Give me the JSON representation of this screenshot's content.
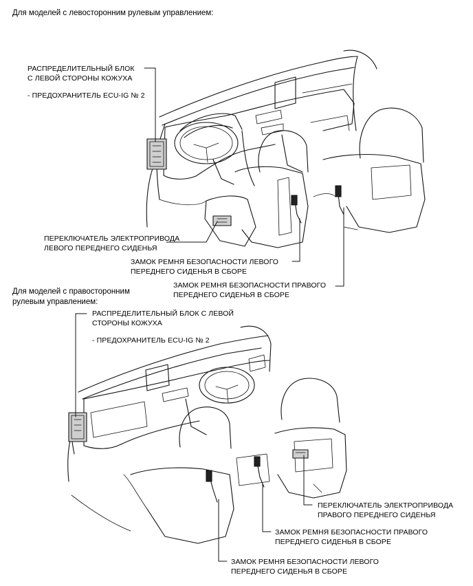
{
  "section1": {
    "heading": "Для моделей с левосторонним рулевым управлением:",
    "junction_block": {
      "line1": "РАСПРЕДЕЛИТЕЛЬНЫЙ БЛОК",
      "line2": "С ЛЕВОЙ СТОРОНЫ КОЖУХА",
      "fuse": "- ПРЕДОХРАНИТЕЛЬ ECU-IG № 2"
    },
    "seat_switch": {
      "line1": "ПЕРЕКЛЮЧАТЕЛЬ ЭЛЕКТРОПРИВОДА",
      "line2": "ЛЕВОГО ПЕРЕДНЕГО СИДЕНЬЯ"
    },
    "left_buckle": {
      "line1": "ЗАМОК РЕМНЯ БЕЗОПАСНОСТИ ЛЕВОГО",
      "line2": "ПЕРЕДНЕГО СИДЕНЬЯ В СБОРЕ"
    },
    "right_buckle": {
      "line1": "ЗАМОК РЕМНЯ БЕЗОПАСНОСТИ ПРАВОГО",
      "line2": "ПЕРЕДНЕГО СИДЕНЬЯ В СБОРЕ"
    }
  },
  "section2": {
    "heading_line1": "Для моделей с правосторонним",
    "heading_line2": "рулевым управлением:",
    "junction_block": {
      "line1": "РАСПРЕДЕЛИТЕЛЬНЫЙ БЛОК С ЛЕВОЙ",
      "line2": "СТОРОНЫ КОЖУХА",
      "fuse": "- ПРЕДОХРАНИТЕЛЬ ECU-IG № 2"
    },
    "seat_switch": {
      "line1": "ПЕРЕКЛЮЧАТЕЛЬ ЭЛЕКТРОПРИВОДА",
      "line2": "ПРАВОГО ПЕРЕДНЕГО СИДЕНЬЯ"
    },
    "right_buckle": {
      "line1": "ЗАМОК РЕМНЯ БЕЗОПАСНОСТИ ПРАВОГО",
      "line2": "ПЕРЕДНЕГО СИДЕНЬЯ В СБОРЕ"
    },
    "left_buckle": {
      "line1": "ЗАМОК РЕМНЯ БЕЗОПАСНОСТИ ЛЕВОГО",
      "line2": "ПЕРЕДНЕГО СИДЕНЬЯ В СБОРЕ"
    }
  }
}
